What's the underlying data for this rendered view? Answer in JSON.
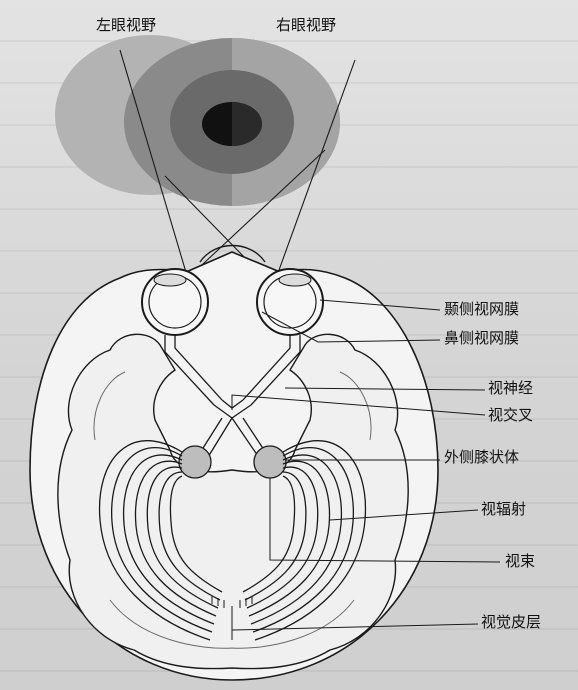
{
  "diagram": {
    "titles": {
      "left_eye_field": "左眼视野",
      "right_eye_field": "右眼视野"
    },
    "labels": {
      "temporal_retina": "颞侧视网膜",
      "nasal_retina": "鼻侧视网膜",
      "optic_nerve": "视神经",
      "optic_chiasm": "视交叉",
      "lateral_geniculate": "外侧膝状体",
      "optic_radiation": "视辐射",
      "optic_tract": "视束",
      "visual_cortex": "视觉皮层"
    },
    "colors": {
      "field_light": "#b0b0b0",
      "field_mid": "#888888",
      "field_dark": "#5e5e5e",
      "center": "#111111",
      "line": "#1a1a1a",
      "brain_fill": "#f2f2f2",
      "lgn_fill": "#bdbdbd"
    }
  }
}
